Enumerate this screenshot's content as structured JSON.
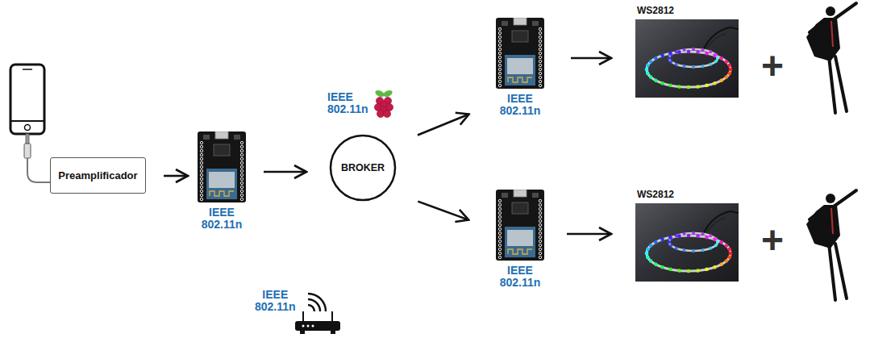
{
  "diagram": {
    "nodes": [
      {
        "text": [
          "Preamplificador"
        ]
      },
      {
        "text": [
          "IEEE 802.11n"
        ]
      },
      {
        "text": [
          "IEEE 802.11n",
          "BROKER"
        ]
      },
      {
        "text": [
          "IEEE 802.11n"
        ]
      },
      {
        "text": [
          "IEEE 802.11n"
        ]
      },
      {
        "text": [
          "WS2812"
        ]
      },
      {
        "text": [
          "WS2812"
        ]
      }
    ],
    "edges": [
      {
        "from": 0,
        "to": 1,
        "arrow": "to"
      },
      {
        "from": 1,
        "to": 2,
        "arrow": "to"
      },
      {
        "from": 2,
        "to": 3,
        "arrow": "to"
      },
      {
        "from": 2,
        "to": 4,
        "arrow": "to"
      },
      {
        "from": 3,
        "to": 5,
        "arrow": "to"
      },
      {
        "from": 4,
        "to": 6,
        "arrow": "to"
      }
    ],
    "labels": [
      "+",
      "+",
      "IEEE 802.11n"
    ]
  }
}
